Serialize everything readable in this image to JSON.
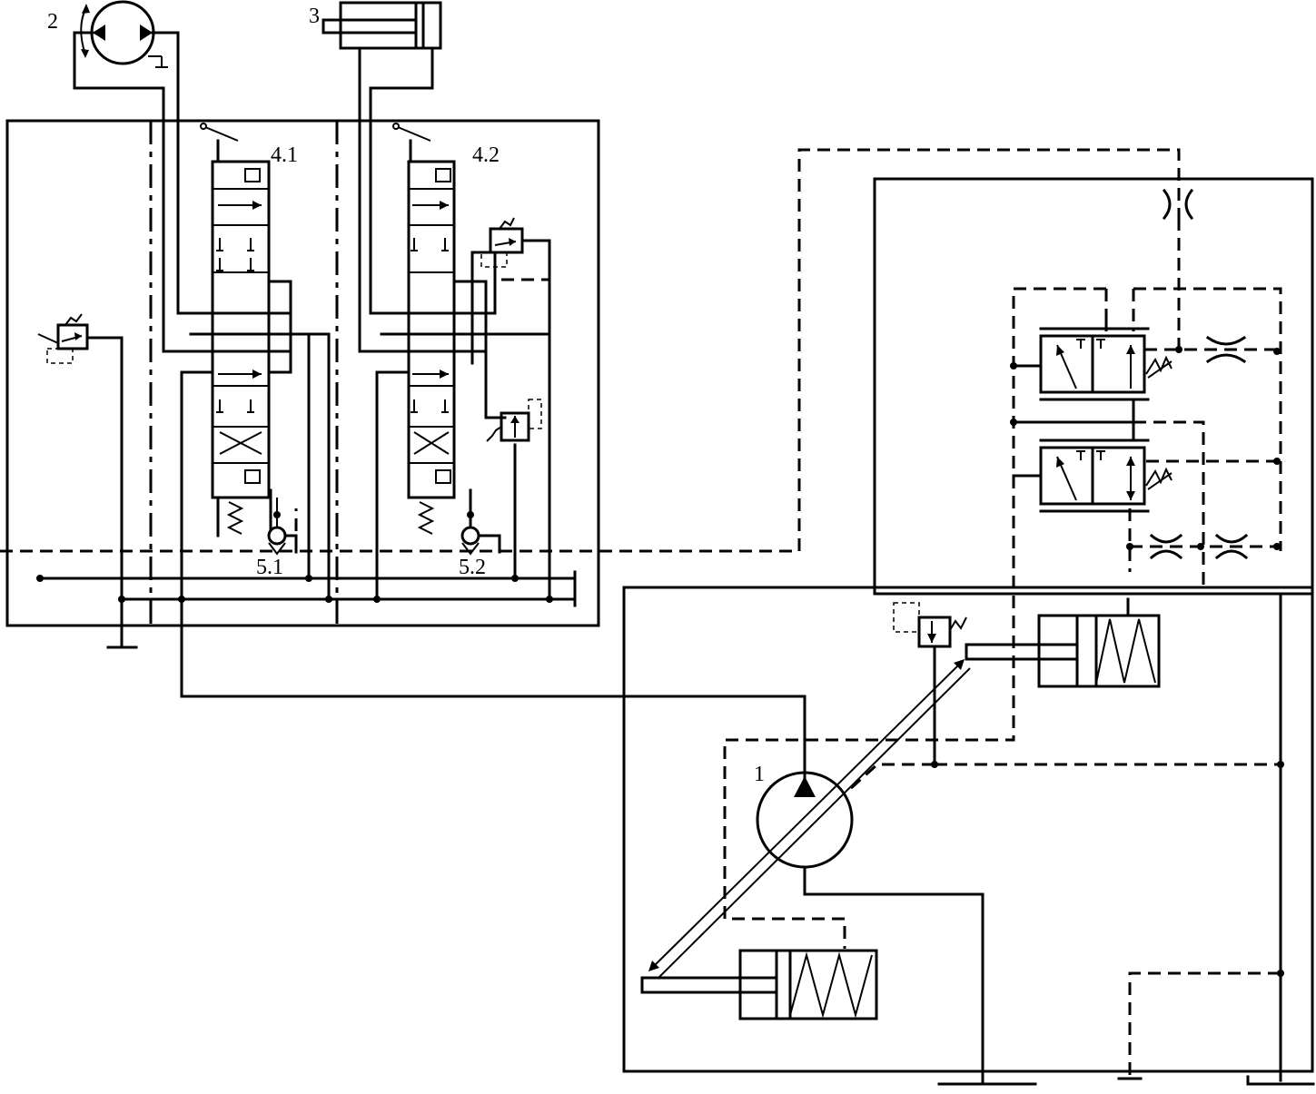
{
  "labels": {
    "pump": "1",
    "motor": "2",
    "cylinder": "3",
    "valve_a": "4.1",
    "valve_b": "4.2",
    "check_a": "5.1",
    "check_b": "5.2"
  }
}
